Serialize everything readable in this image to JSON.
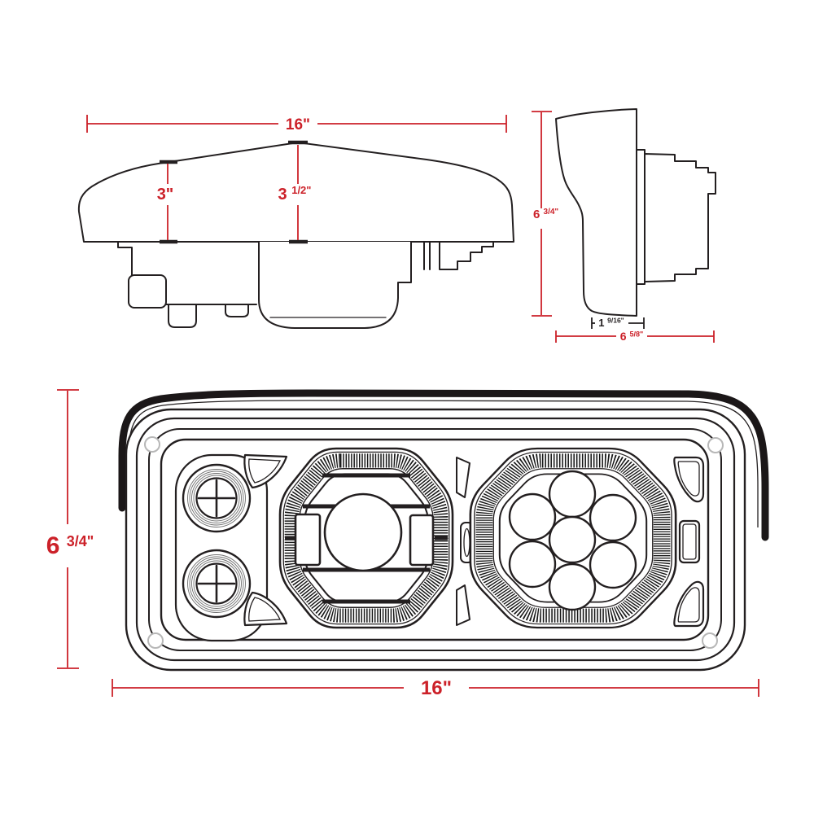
{
  "page": {
    "background": "#ffffff"
  },
  "colors": {
    "line": "#231f20",
    "dimension": "#cc2129",
    "dimension_dark": "#231f20",
    "screw_hole": "#b7b7b7"
  },
  "views": {
    "top": {
      "dims": {
        "width": "16\"",
        "left_height": "3\"",
        "center_height_whole": "3 ",
        "center_height_frac": "1/2\""
      }
    },
    "side": {
      "dims": {
        "height_whole": "6 ",
        "height_frac": "3/4\"",
        "inset_depth_whole": "1 ",
        "inset_depth_frac": "9/16\"",
        "overall_depth_whole": "6 ",
        "overall_depth_frac": "5/8\""
      }
    },
    "front": {
      "dims": {
        "height_whole": "6 ",
        "height_frac": "3/4\"",
        "width": "16\""
      }
    }
  }
}
